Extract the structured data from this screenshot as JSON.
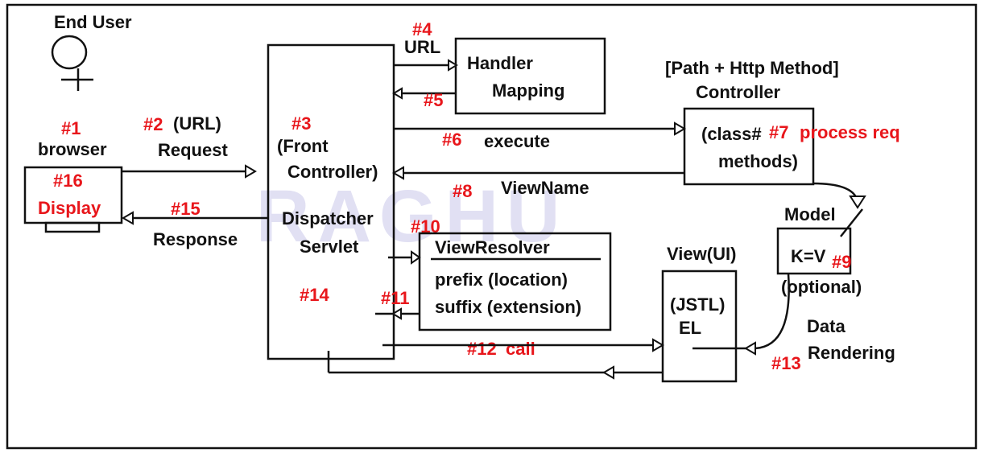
{
  "watermark": "RAGHU",
  "colors": {
    "step_number": "#e8161b",
    "label": "#111111",
    "watermark": "#c9c7ea"
  },
  "end_user": {
    "label": "End User",
    "icon": "stick-figure-user-icon"
  },
  "browser": {
    "step": "#1",
    "label": "browser",
    "step_display": "#16",
    "display_label": "Display"
  },
  "request": {
    "step": "#2",
    "line1": "(URL)",
    "line2": "Request"
  },
  "front_controller": {
    "step": "#3",
    "line1": "(Front",
    "line2": "Controller)",
    "line3": "Dispatcher",
    "line4": "Servlet"
  },
  "handler_mapping": {
    "step_url": "#4",
    "url_label": "URL",
    "line1": "Handler",
    "line2": "Mapping",
    "step_return": "#5"
  },
  "controller": {
    "header": "[Path + Http Method]",
    "title": "Controller",
    "step_execute": "#6",
    "execute_label": "execute",
    "line1": "(class#",
    "step": "#7",
    "step_label": "process req",
    "line2": "methods)"
  },
  "view_name": {
    "step": "#8",
    "label": "ViewName"
  },
  "model": {
    "title": "Model",
    "content": "K=V",
    "step": "#9",
    "note": "(optional)"
  },
  "view_resolver": {
    "step": "#10",
    "title": "ViewResolver",
    "prefix": "prefix (location)",
    "step_suffix": "#11",
    "suffix": "suffix (extension)"
  },
  "view": {
    "title": "View(UI)",
    "line1": "(JSTL)",
    "line2": "EL",
    "step_call": "#12",
    "call_label": "call",
    "step_render": "#13",
    "render_line1": "Data",
    "render_line2": "Rendering"
  },
  "response": {
    "step_unused": "#14",
    "step": "#15",
    "label": "Response"
  }
}
